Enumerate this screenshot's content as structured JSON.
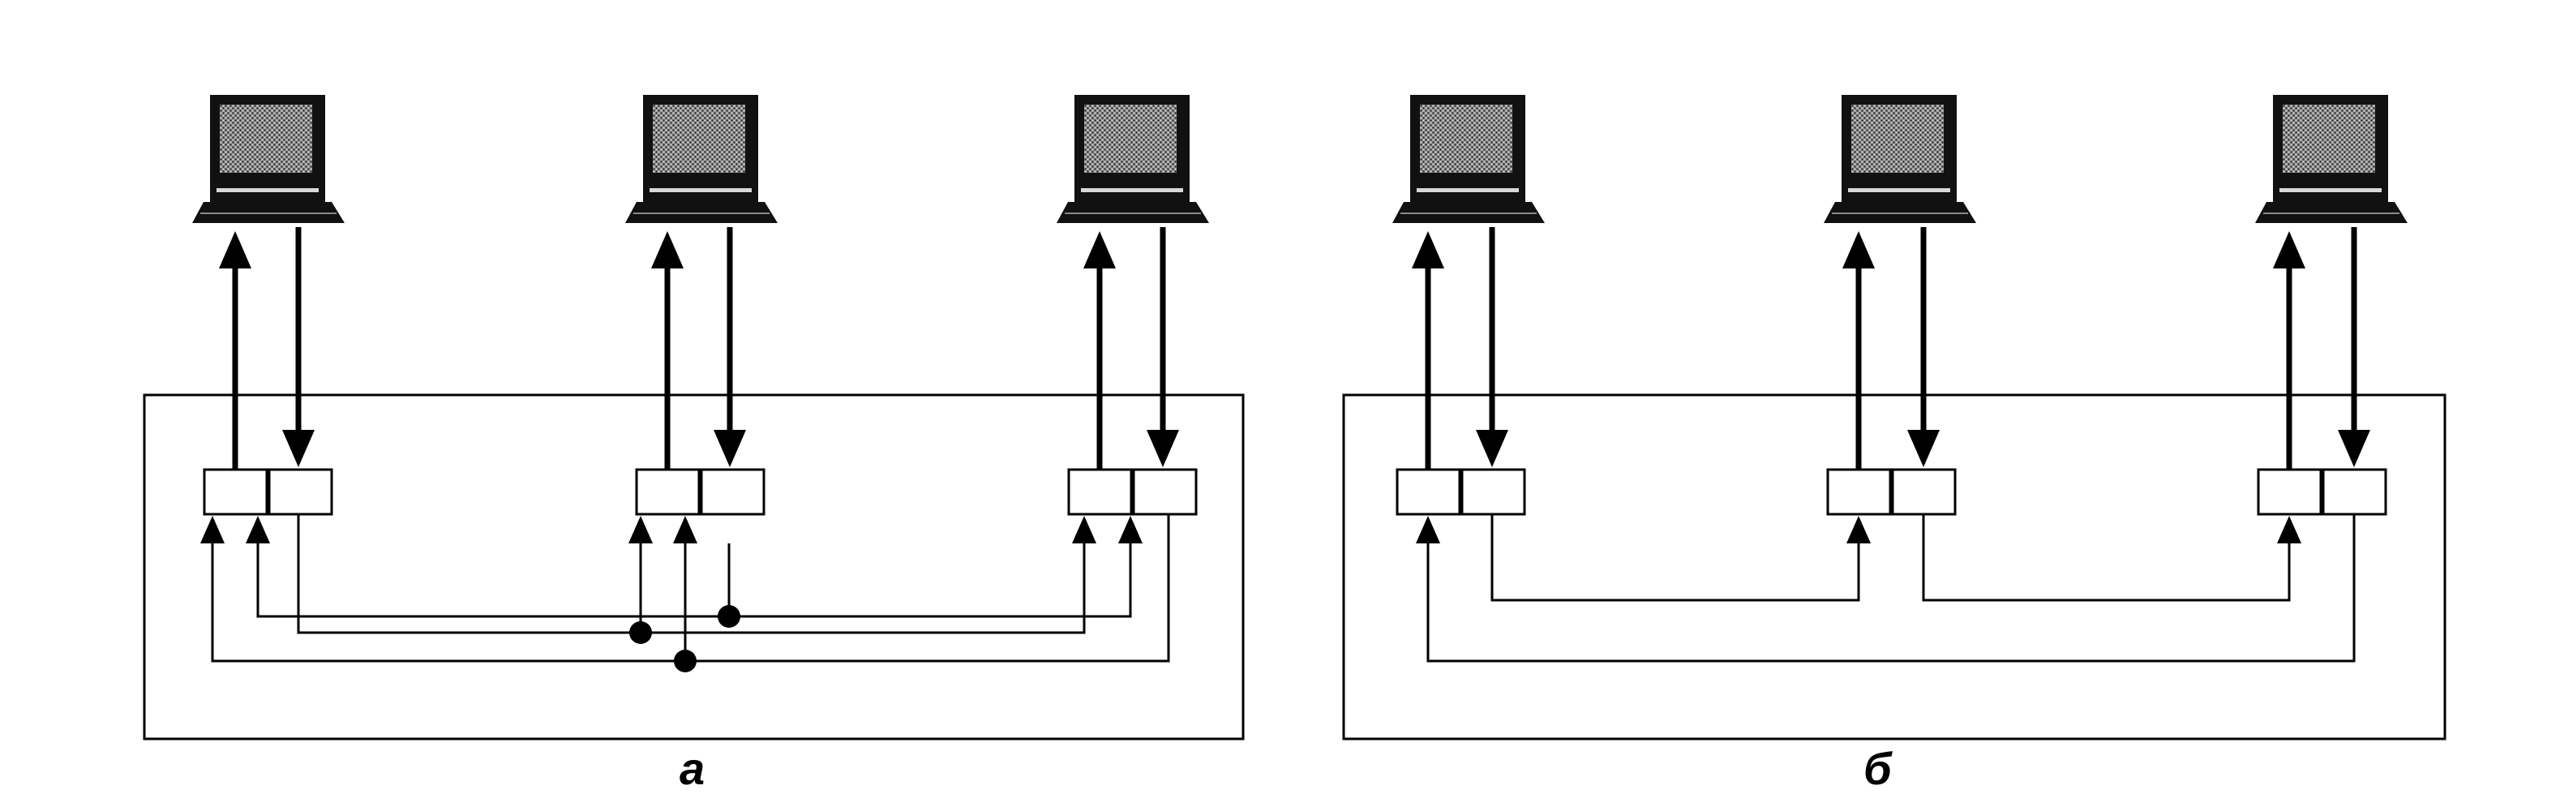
{
  "diagram_data": {
    "panels": [
      {
        "caption": "а",
        "topology": "bus",
        "stations": 3
      },
      {
        "caption": "б",
        "topology": "ring",
        "stations": 3
      }
    ]
  }
}
